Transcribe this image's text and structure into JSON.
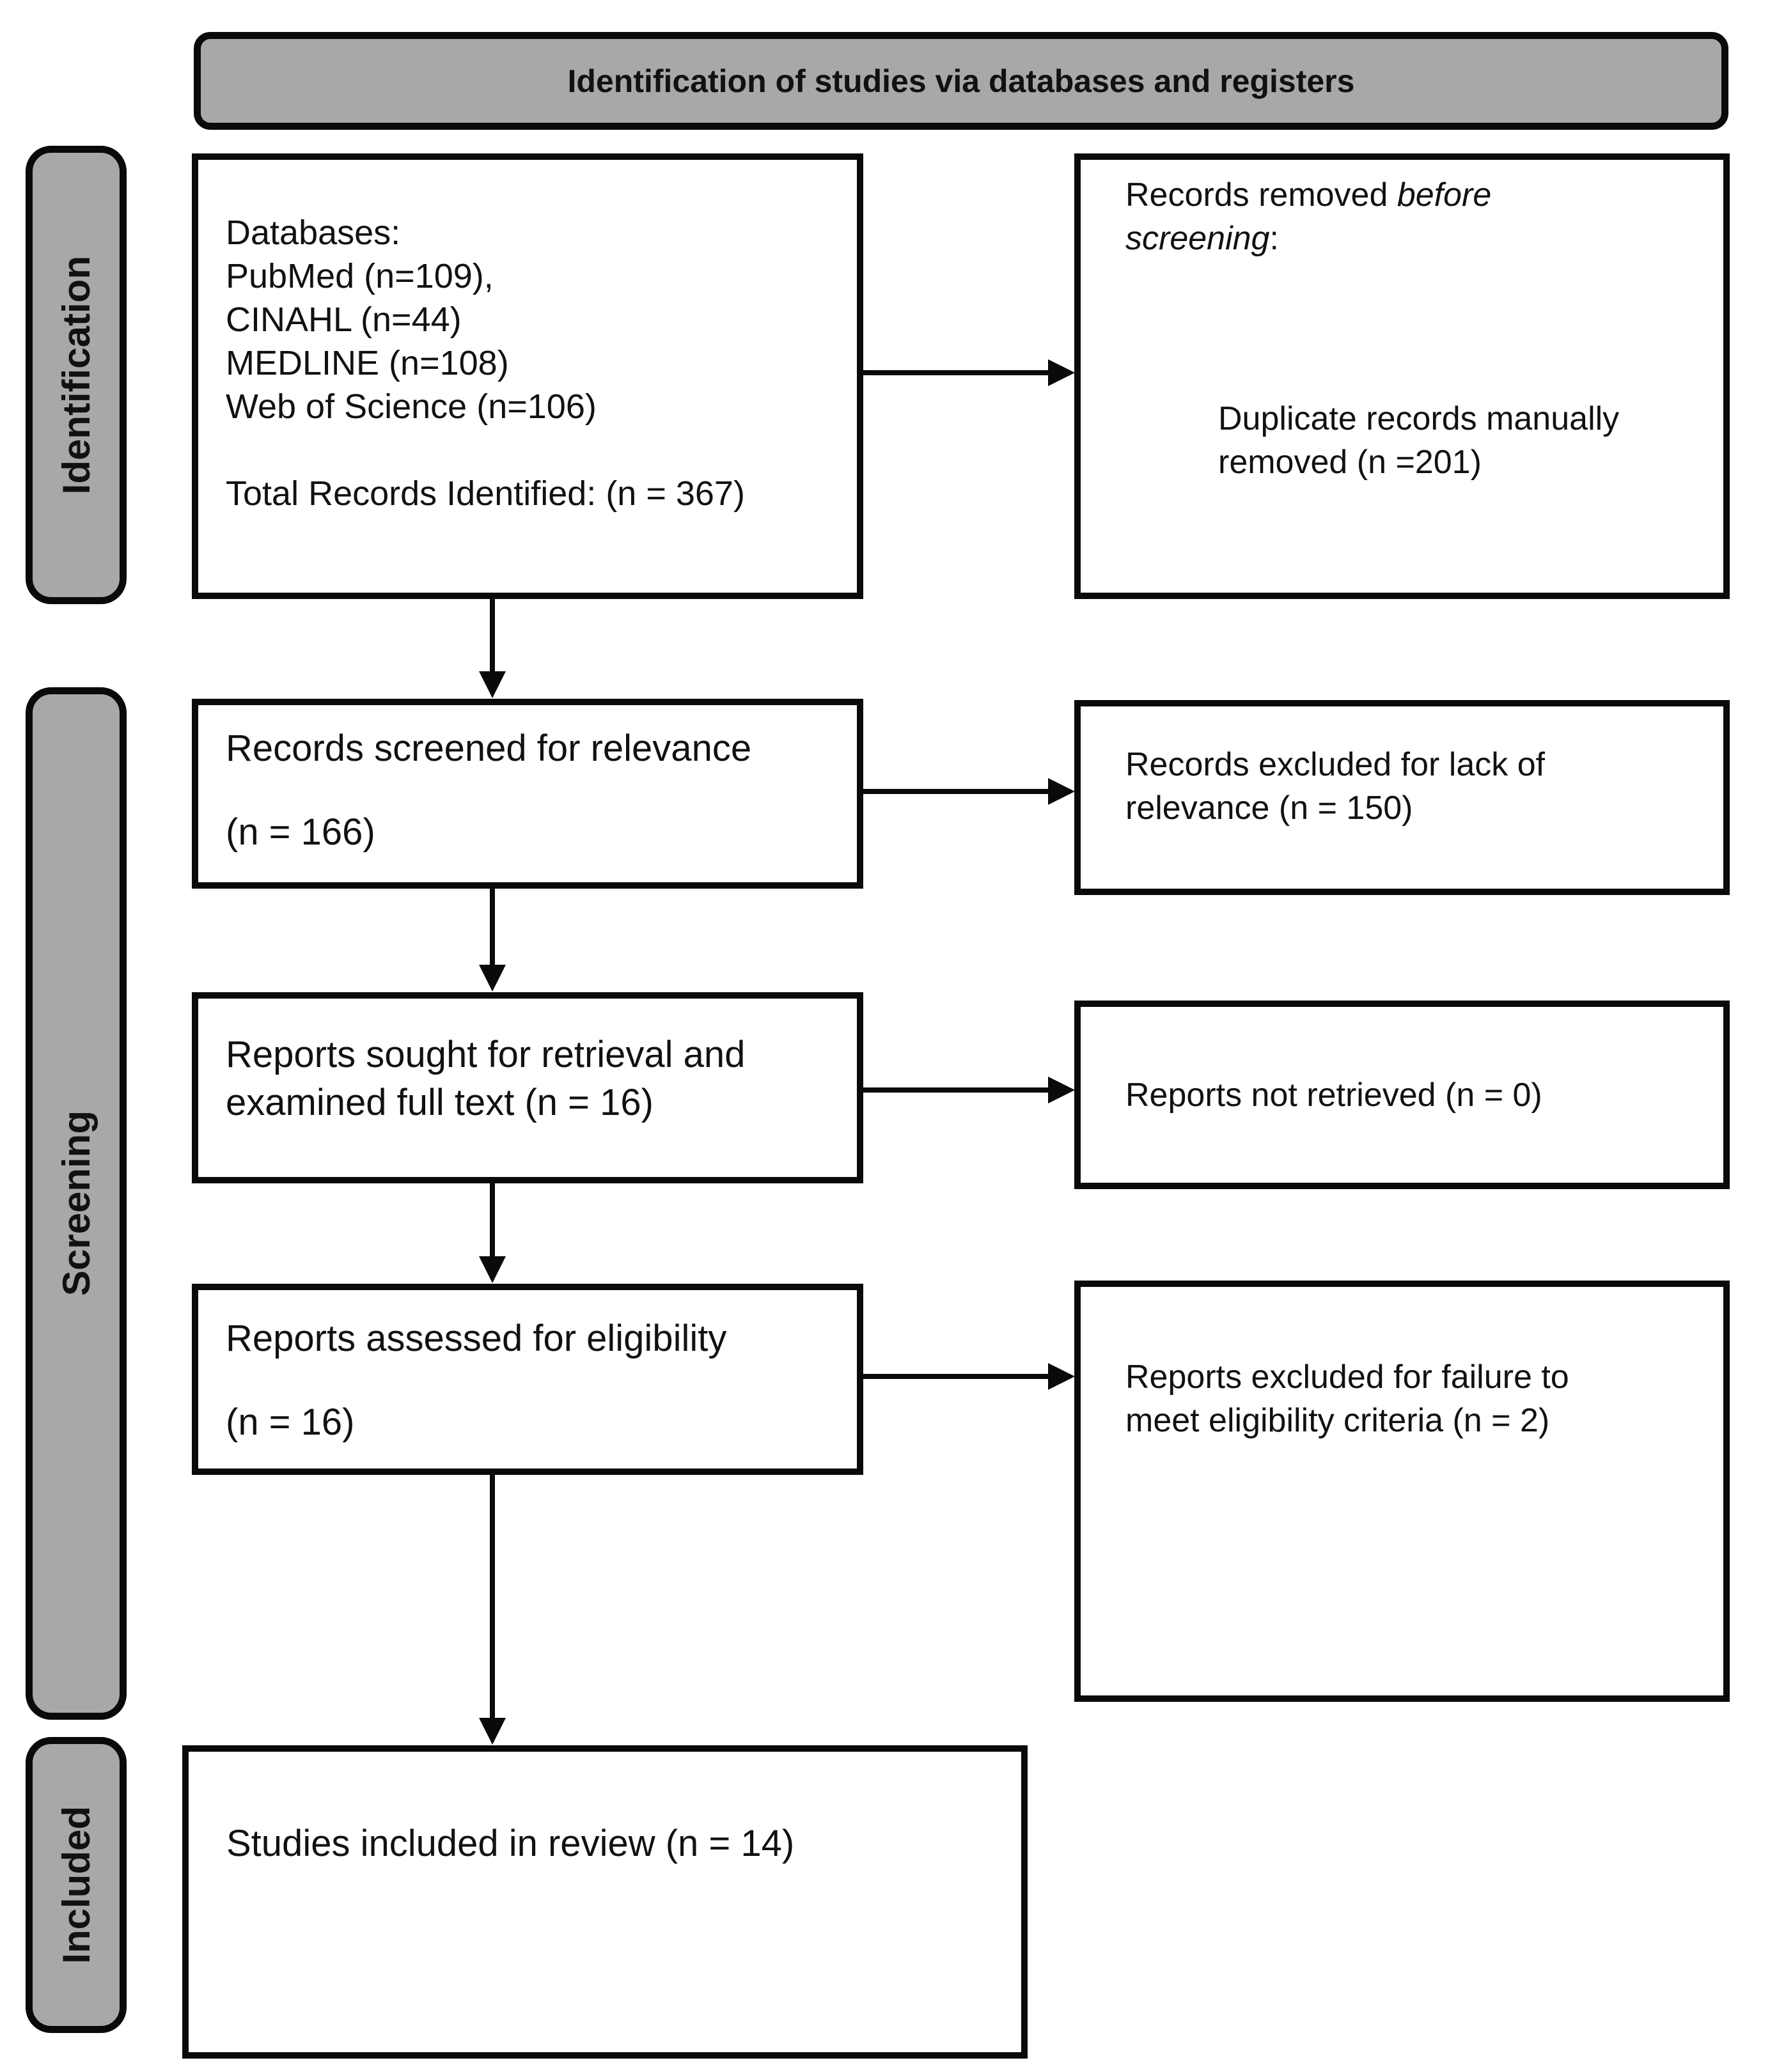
{
  "figure": {
    "title": "Identification of studies via databases and registers"
  },
  "side_labels": {
    "identification": "Identification",
    "screening": "Screening",
    "included": "Included"
  },
  "boxes": {
    "identification_sources": {
      "lines": [
        "Databases:",
        "PubMed (n=109),",
        "CINAHL (n=44)",
        "MEDLINE (n=108)",
        "Web of Science (n=106)"
      ],
      "total_line": "Total Records Identified: (n = 367)"
    },
    "records_removed": {
      "line1_regular": "Records removed ",
      "line1_italic": "before",
      "line2_italic": "screening",
      "line2_regular": ":",
      "detail": "Duplicate records manually removed (n =201)"
    },
    "records_screened": {
      "line1": "Records screened for relevance",
      "line2": "(n = 166)"
    },
    "records_excluded": {
      "line1": "Records excluded for lack of",
      "line2": "relevance (n = 150)"
    },
    "reports_sought": {
      "line1": "Reports sought for retrieval and",
      "line2": "examined full text (n = 16)"
    },
    "reports_not_retrieved": {
      "text": "Reports not retrieved (n = 0)"
    },
    "reports_assessed": {
      "line1": "Reports assessed for eligibility",
      "line2": "(n = 16)"
    },
    "reports_excluded": {
      "line1": "Reports excluded for failure to",
      "line2": "meet eligibility criteria (n = 2)"
    },
    "studies_included": {
      "text": "Studies included in review (n = 14)"
    }
  },
  "colors": {
    "band_fill": "#a8a8a8",
    "line_black": "#0a0a0a",
    "page_background": "#ffffff",
    "text": "#111111"
  }
}
